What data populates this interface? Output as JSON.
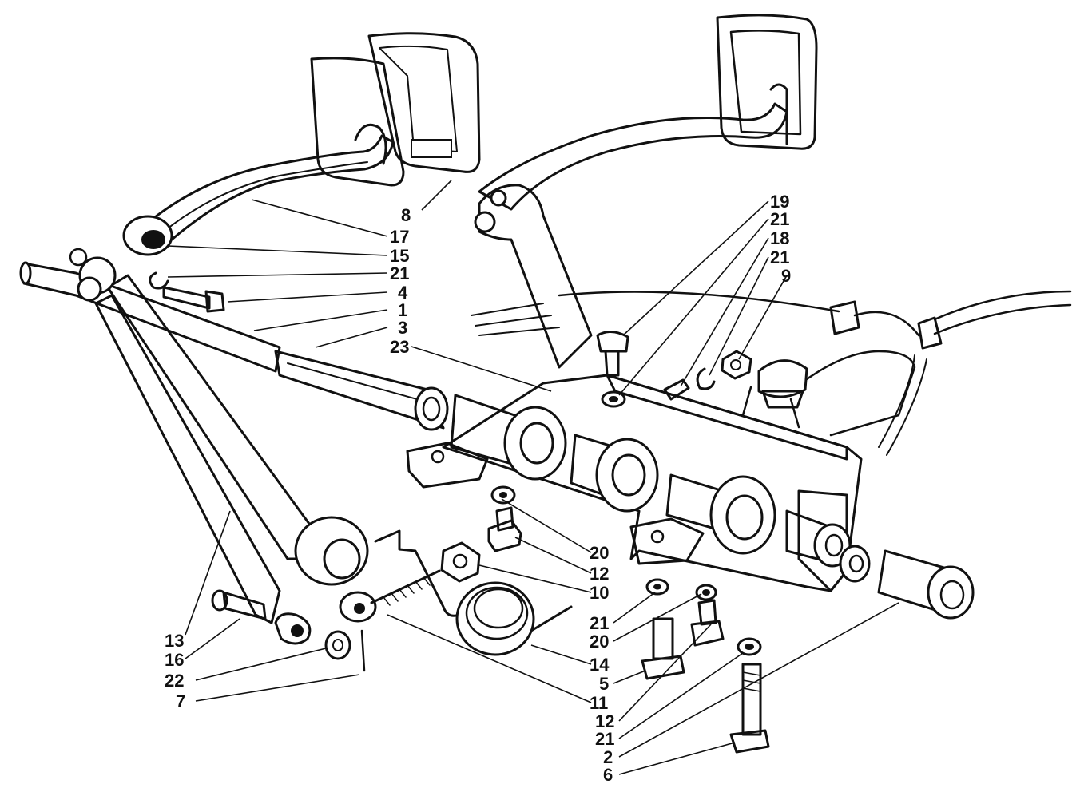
{
  "figure": {
    "colors": {
      "ink": "#111111",
      "paper": "#ffffff",
      "shade": "#555555"
    },
    "callouts": {
      "c8": "8",
      "c17": "17",
      "c15": "15",
      "c21a": "21",
      "c4": "4",
      "c1": "1",
      "c3": "3",
      "c23": "23",
      "c19": "19",
      "c21b": "21",
      "c18": "18",
      "c21c": "21",
      "c9": "9",
      "c20a": "20",
      "c12a": "12",
      "c10": "10",
      "c21d": "21",
      "c20b": "20",
      "c14": "14",
      "c5": "5",
      "c11": "11",
      "c12b": "12",
      "c21e": "21",
      "c2": "2",
      "c6": "6",
      "c13": "13",
      "c16": "16",
      "c22": "22",
      "c7": "7"
    }
  }
}
